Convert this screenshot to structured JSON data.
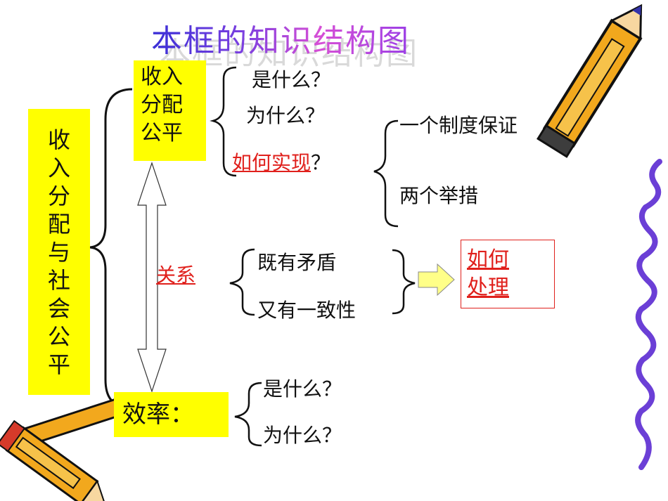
{
  "title": "本框的知识结构图",
  "root": {
    "label": "收入分配与社会公平"
  },
  "top_node": {
    "label": "收入分配公平"
  },
  "top_children": {
    "what": "是什么？",
    "why": "为什么？",
    "how_link": "如何实现",
    "how_mark": "？"
  },
  "how_children": {
    "item1": "一个制度保证",
    "item2": "两个举措"
  },
  "relation": {
    "label": "关系",
    "item1": "既有矛盾",
    "item2": "又有一致性"
  },
  "handle": {
    "line1": "如何",
    "line2": "处理"
  },
  "efficiency": {
    "label": "效率：",
    "what": "是什么？",
    "why": "为什么？"
  },
  "colors": {
    "node_fill": "#ffff00",
    "link_red": "#e0201c",
    "arrow_fill": "#ffff88",
    "pencil": "#f2a81d"
  },
  "decorations": [
    "pencil-icon",
    "pencil-icon",
    "pencil-icon",
    "squiggle-line"
  ]
}
